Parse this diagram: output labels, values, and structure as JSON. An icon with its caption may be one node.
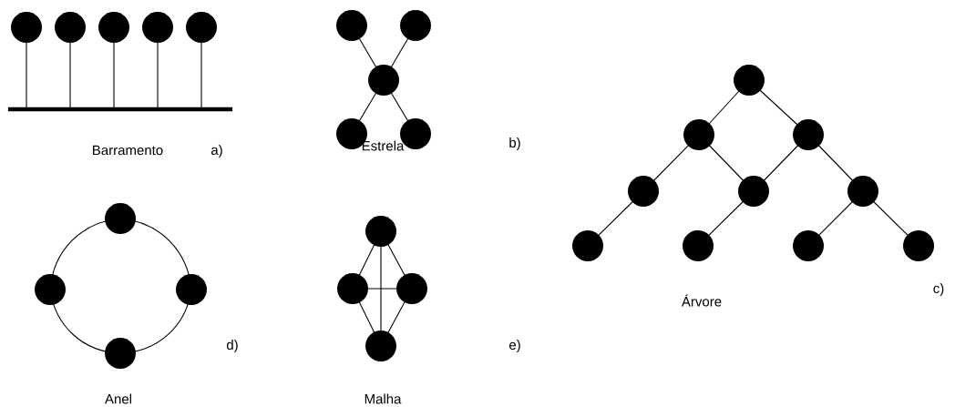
{
  "diagram": {
    "nodes": [
      {
        "text": [],
        "shape": "circle"
      },
      {
        "text": [],
        "shape": "circle"
      },
      {
        "text": [],
        "shape": "circle"
      },
      {
        "text": [],
        "shape": "circle"
      },
      {
        "text": [],
        "shape": "circle"
      },
      {
        "text": [],
        "shape": "bar"
      },
      {
        "text": [],
        "shape": "circle"
      },
      {
        "text": [],
        "shape": "circle"
      },
      {
        "text": [],
        "shape": "circle"
      },
      {
        "text": [],
        "shape": "circle"
      },
      {
        "text": [],
        "shape": "circle"
      },
      {
        "text": [],
        "shape": "circle"
      },
      {
        "text": [],
        "shape": "circle"
      },
      {
        "text": [],
        "shape": "circle"
      },
      {
        "text": [],
        "shape": "circle"
      },
      {
        "text": [],
        "shape": "circle"
      },
      {
        "text": [],
        "shape": "circle"
      },
      {
        "text": [],
        "shape": "circle"
      },
      {
        "text": [],
        "shape": "circle"
      },
      {
        "text": [],
        "shape": "circle"
      },
      {
        "text": [],
        "shape": "circle"
      },
      {
        "text": [],
        "shape": "circle"
      },
      {
        "text": [],
        "shape": "circle"
      },
      {
        "text": [],
        "shape": "circle"
      },
      {
        "text": [],
        "shape": "circle"
      },
      {
        "text": [],
        "shape": "circle"
      },
      {
        "text": [],
        "shape": "circle"
      },
      {
        "text": [],
        "shape": "circle"
      },
      {
        "text": [],
        "shape": "circle"
      }
    ],
    "edges": [
      {
        "from": 0,
        "to": 5,
        "arrow": "none"
      },
      {
        "from": 1,
        "to": 5,
        "arrow": "none"
      },
      {
        "from": 2,
        "to": 5,
        "arrow": "none"
      },
      {
        "from": 3,
        "to": 5,
        "arrow": "none"
      },
      {
        "from": 4,
        "to": 5,
        "arrow": "none"
      },
      {
        "from": 8,
        "to": 6,
        "arrow": "none"
      },
      {
        "from": 8,
        "to": 7,
        "arrow": "none"
      },
      {
        "from": 8,
        "to": 9,
        "arrow": "none"
      },
      {
        "from": 8,
        "to": 10,
        "arrow": "none"
      },
      {
        "from": 11,
        "to": 12,
        "arrow": "none"
      },
      {
        "from": 11,
        "to": 13,
        "arrow": "none"
      },
      {
        "from": 12,
        "to": 14,
        "arrow": "none"
      },
      {
        "from": 12,
        "to": 15,
        "arrow": "none"
      },
      {
        "from": 13,
        "to": 15,
        "arrow": "none"
      },
      {
        "from": 13,
        "to": 16,
        "arrow": "none"
      },
      {
        "from": 14,
        "to": 17,
        "arrow": "none"
      },
      {
        "from": 15,
        "to": 18,
        "arrow": "none"
      },
      {
        "from": 16,
        "to": 19,
        "arrow": "none"
      },
      {
        "from": 16,
        "to": 20,
        "arrow": "none"
      },
      {
        "from": 21,
        "to": 22,
        "arrow": "none"
      },
      {
        "from": 21,
        "to": 23,
        "arrow": "none"
      },
      {
        "from": 22,
        "to": 24,
        "arrow": "none"
      },
      {
        "from": 23,
        "to": 24,
        "arrow": "none"
      },
      {
        "from": 25,
        "to": 26,
        "arrow": "none"
      },
      {
        "from": 25,
        "to": 27,
        "arrow": "none"
      },
      {
        "from": 26,
        "to": 28,
        "arrow": "none"
      },
      {
        "from": 27,
        "to": 28,
        "arrow": "none"
      },
      {
        "from": 26,
        "to": 27,
        "arrow": "none"
      },
      {
        "from": 25,
        "to": 28,
        "arrow": "none"
      }
    ],
    "labels": [
      "Barramento",
      "a)",
      "Estrela",
      "b)",
      "Árvore",
      "c)",
      "d)",
      "e)",
      "Anel",
      "Malha"
    ]
  }
}
